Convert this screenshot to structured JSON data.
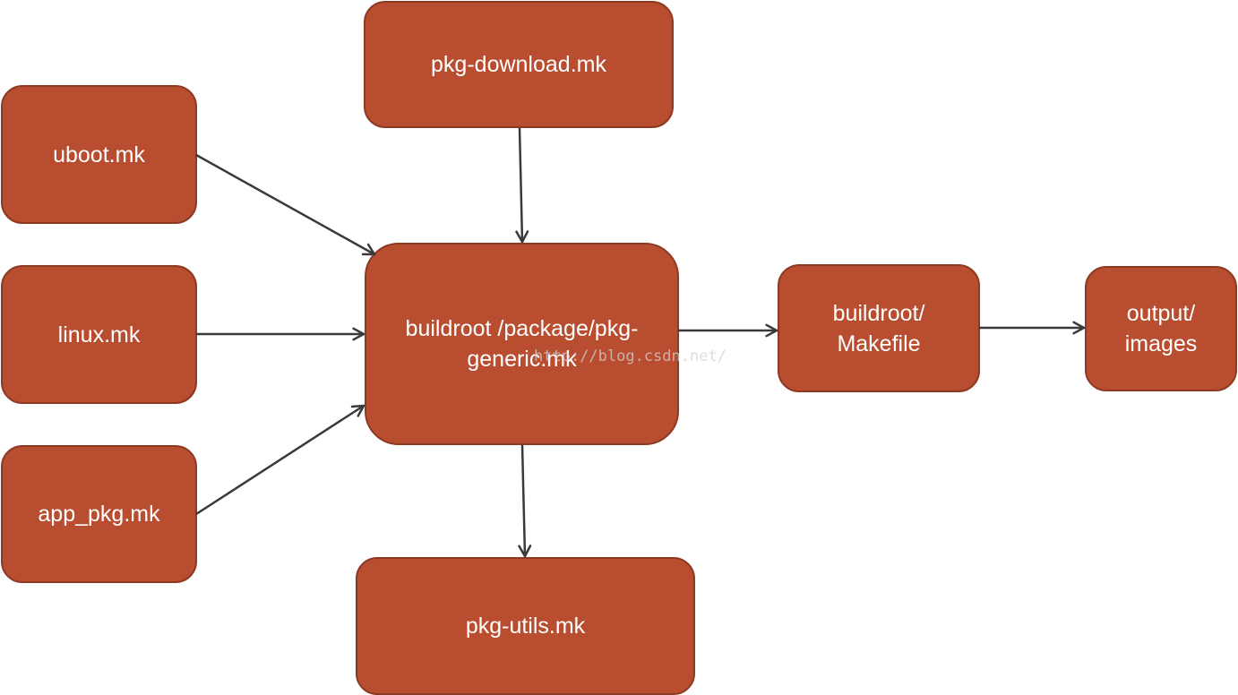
{
  "nodes": {
    "pkg_download": "pkg-download.mk",
    "uboot": "uboot.mk",
    "linux": "linux.mk",
    "app_pkg": "app_pkg.mk",
    "generic": "buildroot /package/pkg-\ngeneric.mk",
    "makefile": "buildroot/\nMakefile",
    "output": "output/\nimages",
    "utils": "pkg-utils.mk"
  },
  "edges": [
    {
      "from": "uboot",
      "to": "generic"
    },
    {
      "from": "linux",
      "to": "generic"
    },
    {
      "from": "app_pkg",
      "to": "generic"
    },
    {
      "from": "pkg_download",
      "to": "generic"
    },
    {
      "from": "generic",
      "to": "makefile"
    },
    {
      "from": "makefile",
      "to": "output"
    },
    {
      "from": "generic",
      "to": "utils"
    }
  ],
  "watermark": "http://blog.csdn.net/",
  "colors": {
    "node_fill": "#b94d30",
    "node_border": "#8c3a22",
    "node_text": "#ffffff",
    "arrow": "#3a3a3a"
  }
}
